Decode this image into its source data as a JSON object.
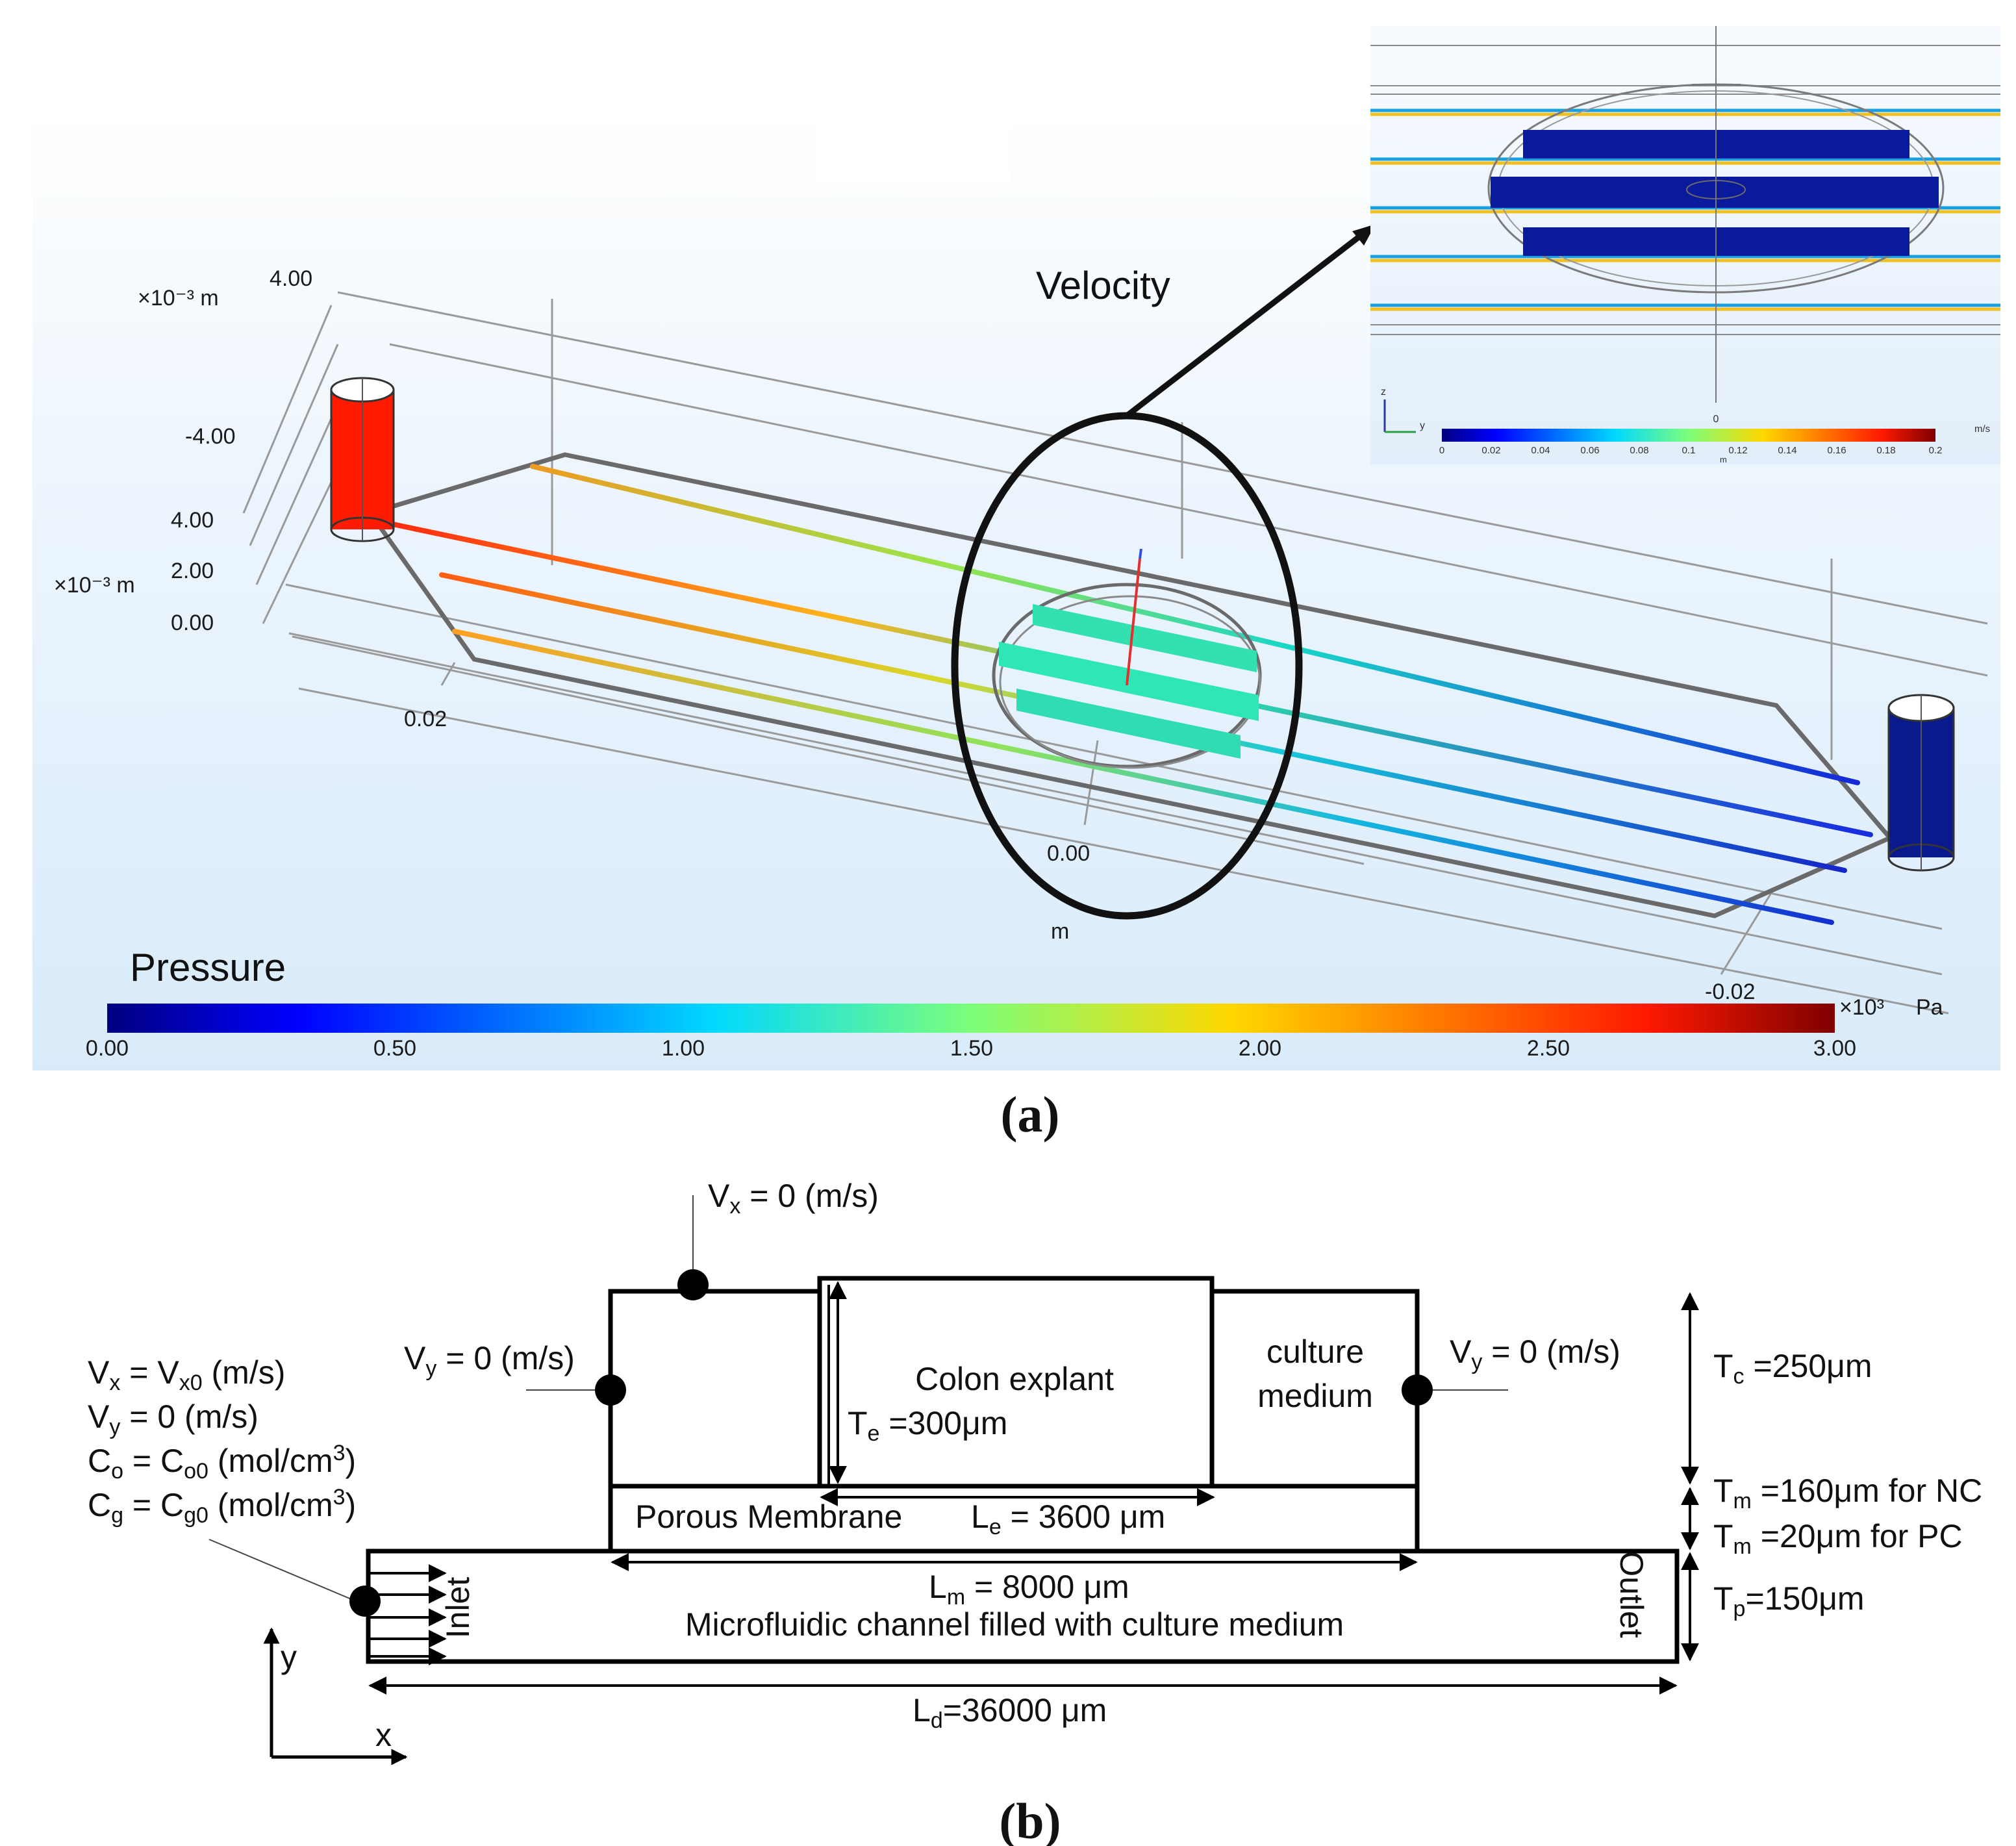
{
  "panel_a": {
    "caption": "(a)",
    "velocity_label": "Velocity",
    "pressure_label": "Pressure",
    "axis": {
      "z_exp": "×10⁻³ m",
      "z_top": "4.00",
      "z_bottom": "-4.00",
      "y_exp": "×10⁻³ m",
      "y_t1": "4.00",
      "y_t2": "2.00",
      "y_t3": "0.00",
      "x_t1": "0.02",
      "x_t2": "0.00",
      "x_unit": "m",
      "x_t3": "-0.02"
    },
    "pressure_colorbar": {
      "ticks": [
        "0.00",
        "0.50",
        "1.00",
        "1.50",
        "2.00",
        "2.50",
        "3.00"
      ],
      "unit_exp": "×10³",
      "unit": "Pa"
    },
    "inset": {
      "z_axis": "z",
      "y_axis": "y",
      "zero": "0",
      "m_label": "m",
      "ticks": [
        "0",
        "0.02",
        "0.04",
        "0.06",
        "0.08",
        "0.1",
        "0.12",
        "0.14",
        "0.16",
        "0.18",
        "0.2"
      ],
      "unit": "m/s"
    },
    "colors": {
      "high": "#ff1a00",
      "low": "#0a1a8c"
    }
  },
  "panel_b": {
    "caption": "(b)",
    "vx_top": {
      "a": "V",
      "s": "x",
      "b": " = 0 (m/s)"
    },
    "vy_left": {
      "a": "V",
      "s": "y",
      "b": " = 0 (m/s)"
    },
    "vy_right": {
      "a": "V",
      "s": "y",
      "b": " = 0 (m/s)"
    },
    "inlet_bc": {
      "l1": {
        "a": "V",
        "s": "x",
        "b": " = V",
        "s2": "x0",
        "c": " (m/s)"
      },
      "l2": {
        "a": "V",
        "s": "y",
        "b": " = 0 (m/s)"
      },
      "l3": {
        "a": "C",
        "s": "o",
        "b": " = C",
        "s2": "o0",
        "c": " (mol/cm",
        "sup": "3",
        "d": ")"
      },
      "l4": {
        "a": "C",
        "s": "g",
        "b": " = C",
        "s2": "g0",
        "c": " (mol/cm",
        "sup": "3",
        "d": ")"
      }
    },
    "colon_explant": "Colon explant",
    "te": {
      "a": "T",
      "s": "e",
      "b": " =300μm"
    },
    "culture_1": "culture",
    "culture_2": "medium",
    "porous_membrane": "Porous Membrane",
    "le": {
      "a": "L",
      "s": "e",
      "b": " = 3600 μm"
    },
    "lm": {
      "a": "L",
      "s": "m",
      "b": " = 8000 μm"
    },
    "channel_label": "Microfluidic channel filled with culture medium",
    "inlet": "Inlet",
    "outlet": "Outlet",
    "tc": {
      "a": "T",
      "s": "c",
      "b": " =250μm"
    },
    "tm_nc": {
      "a": "T",
      "s": "m",
      "b": " =160μm for NC"
    },
    "tm_pc": {
      "a": "T",
      "s": "m",
      "b": " =20μm for PC"
    },
    "tp": {
      "a": "T",
      "s": "p",
      "b": "=150μm"
    },
    "ld": {
      "a": "L",
      "s": "d",
      "b": "=36000 μm"
    },
    "axis_y": "y",
    "axis_x": "x"
  }
}
